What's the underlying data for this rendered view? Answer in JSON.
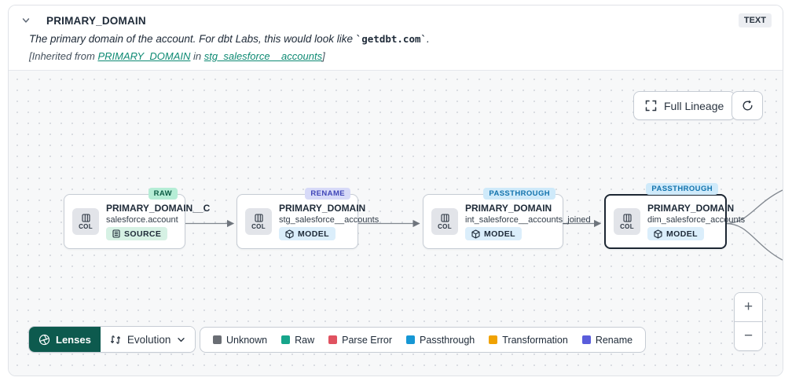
{
  "header": {
    "title": "PRIMARY_DOMAIN",
    "type_badge": "TEXT",
    "description_prefix": "The primary domain of the account. For dbt Labs, this would look like ",
    "description_code": "`getdbt.com`",
    "description_suffix": ".",
    "inherited_prefix": "[Inherited from ",
    "inherited_link_column": "PRIMARY_DOMAIN",
    "inherited_middle": " in ",
    "inherited_link_model": "stg_salesforce__accounts",
    "inherited_suffix": "]"
  },
  "toolbar": {
    "full_lineage_label": "Full Lineage"
  },
  "canvas": {
    "nodes": [
      {
        "badge": "RAW",
        "title": "PRIMARY_DOMAIN__C",
        "subtitle": "salesforce.account",
        "tag": "SOURCE",
        "chip_label": "COL"
      },
      {
        "badge": "RENAME",
        "title": "PRIMARY_DOMAIN",
        "subtitle": "stg_salesforce__accounts",
        "tag": "MODEL",
        "chip_label": "COL"
      },
      {
        "badge": "PASSTHROUGH",
        "title": "PRIMARY_DOMAIN",
        "subtitle": "int_salesforce__accounts_joined",
        "tag": "MODEL",
        "chip_label": "COL"
      },
      {
        "badge": "PASSTHROUGH",
        "title": "PRIMARY_DOMAIN",
        "subtitle": "dim_salesforce_accounts",
        "tag": "MODEL",
        "chip_label": "COL"
      }
    ]
  },
  "lenses": {
    "label": "Lenses",
    "dropdown_label": "Evolution"
  },
  "legend": {
    "items": [
      {
        "label": "Unknown",
        "color": "#6a6e74"
      },
      {
        "label": "Raw",
        "color": "#17a58b"
      },
      {
        "label": "Parse Error",
        "color": "#e05260"
      },
      {
        "label": "Passthrough",
        "color": "#1697d4"
      },
      {
        "label": "Transformation",
        "color": "#f0a202"
      },
      {
        "label": "Rename",
        "color": "#5a5ddb"
      }
    ]
  },
  "zoom_controls": {
    "zoom_in": "+",
    "zoom_out": "−"
  },
  "colors": {
    "accent_teal_link": "#0e8a73",
    "lenses_green": "#0d5a4e",
    "badge_raw_bg": "#b6edd6",
    "badge_rename_bg": "#d7daf8",
    "badge_passthrough_bg": "#cfeafa",
    "selected_node_border": "#1d2733",
    "edge_gray": "#81878f"
  }
}
